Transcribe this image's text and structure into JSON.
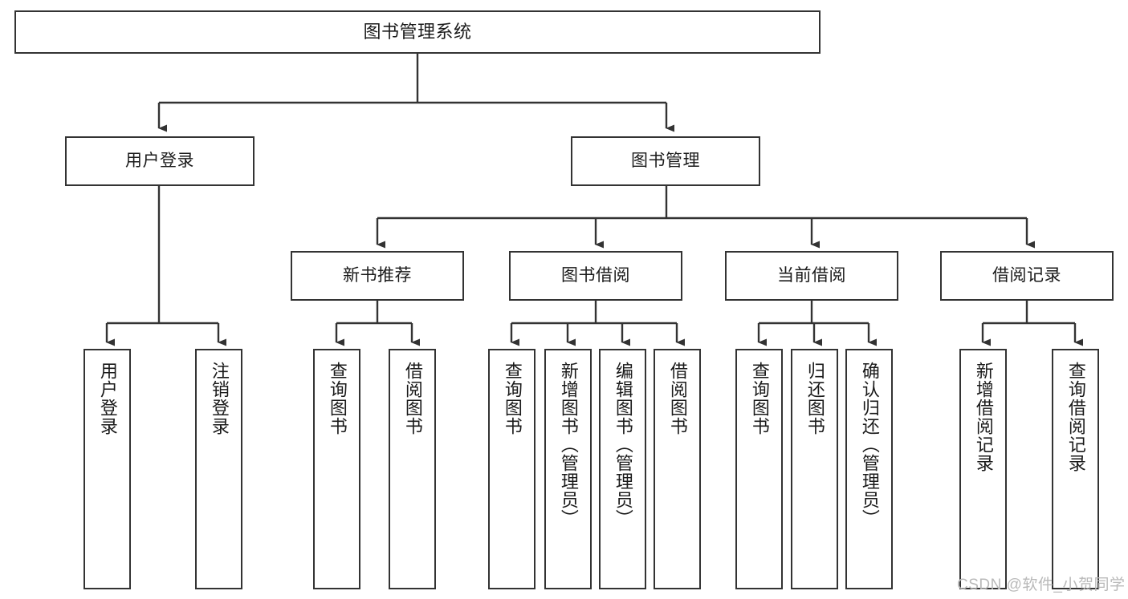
{
  "diagram": {
    "title": "图书管理系统",
    "type": "tree-hierarchy-chart",
    "colors": {
      "box_border": "#333333",
      "box_fill": "#ffffff",
      "edge": "#333333",
      "text": "#1a1a1a",
      "watermark": "#b9b9b9"
    },
    "levels": {
      "root": {
        "id": "root",
        "label": "图书管理系统"
      },
      "level2": [
        {
          "id": "user-login",
          "label": "用户登录"
        },
        {
          "id": "book-management",
          "label": "图书管理"
        }
      ],
      "level3": [
        {
          "id": "new-book-recommend",
          "label": "新书推荐",
          "parent": "book-management"
        },
        {
          "id": "book-borrow",
          "label": "图书借阅",
          "parent": "book-management"
        },
        {
          "id": "current-borrow",
          "label": "当前借阅",
          "parent": "book-management"
        },
        {
          "id": "borrow-record",
          "label": "借阅记录",
          "parent": "book-management"
        }
      ],
      "leaves": [
        {
          "id": "leaf-user-login",
          "label": "用户登录",
          "parent": "user-login"
        },
        {
          "id": "leaf-logout",
          "label": "注销登录",
          "parent": "user-login"
        },
        {
          "id": "leaf-query-book-1",
          "label": "查询图书",
          "parent": "new-book-recommend"
        },
        {
          "id": "leaf-borrow-book-1",
          "label": "借阅图书",
          "parent": "new-book-recommend"
        },
        {
          "id": "leaf-query-book-2",
          "label": "查询图书",
          "parent": "book-borrow"
        },
        {
          "id": "leaf-add-book",
          "label": "新增图书（管理员）",
          "parent": "book-borrow"
        },
        {
          "id": "leaf-edit-book",
          "label": "编辑图书（管理员）",
          "parent": "book-borrow"
        },
        {
          "id": "leaf-borrow-book-2",
          "label": "借阅图书",
          "parent": "book-borrow"
        },
        {
          "id": "leaf-query-book-3",
          "label": "查询图书",
          "parent": "current-borrow"
        },
        {
          "id": "leaf-return-book",
          "label": "归还图书",
          "parent": "current-borrow"
        },
        {
          "id": "leaf-confirm-return",
          "label": "确认归还（管理员）",
          "parent": "current-borrow"
        },
        {
          "id": "leaf-add-record",
          "label": "新增借阅记录",
          "parent": "borrow-record"
        },
        {
          "id": "leaf-query-record",
          "label": "查询借阅记录",
          "parent": "borrow-record"
        }
      ]
    },
    "watermark": "CSDN @软件_小贺同学"
  }
}
